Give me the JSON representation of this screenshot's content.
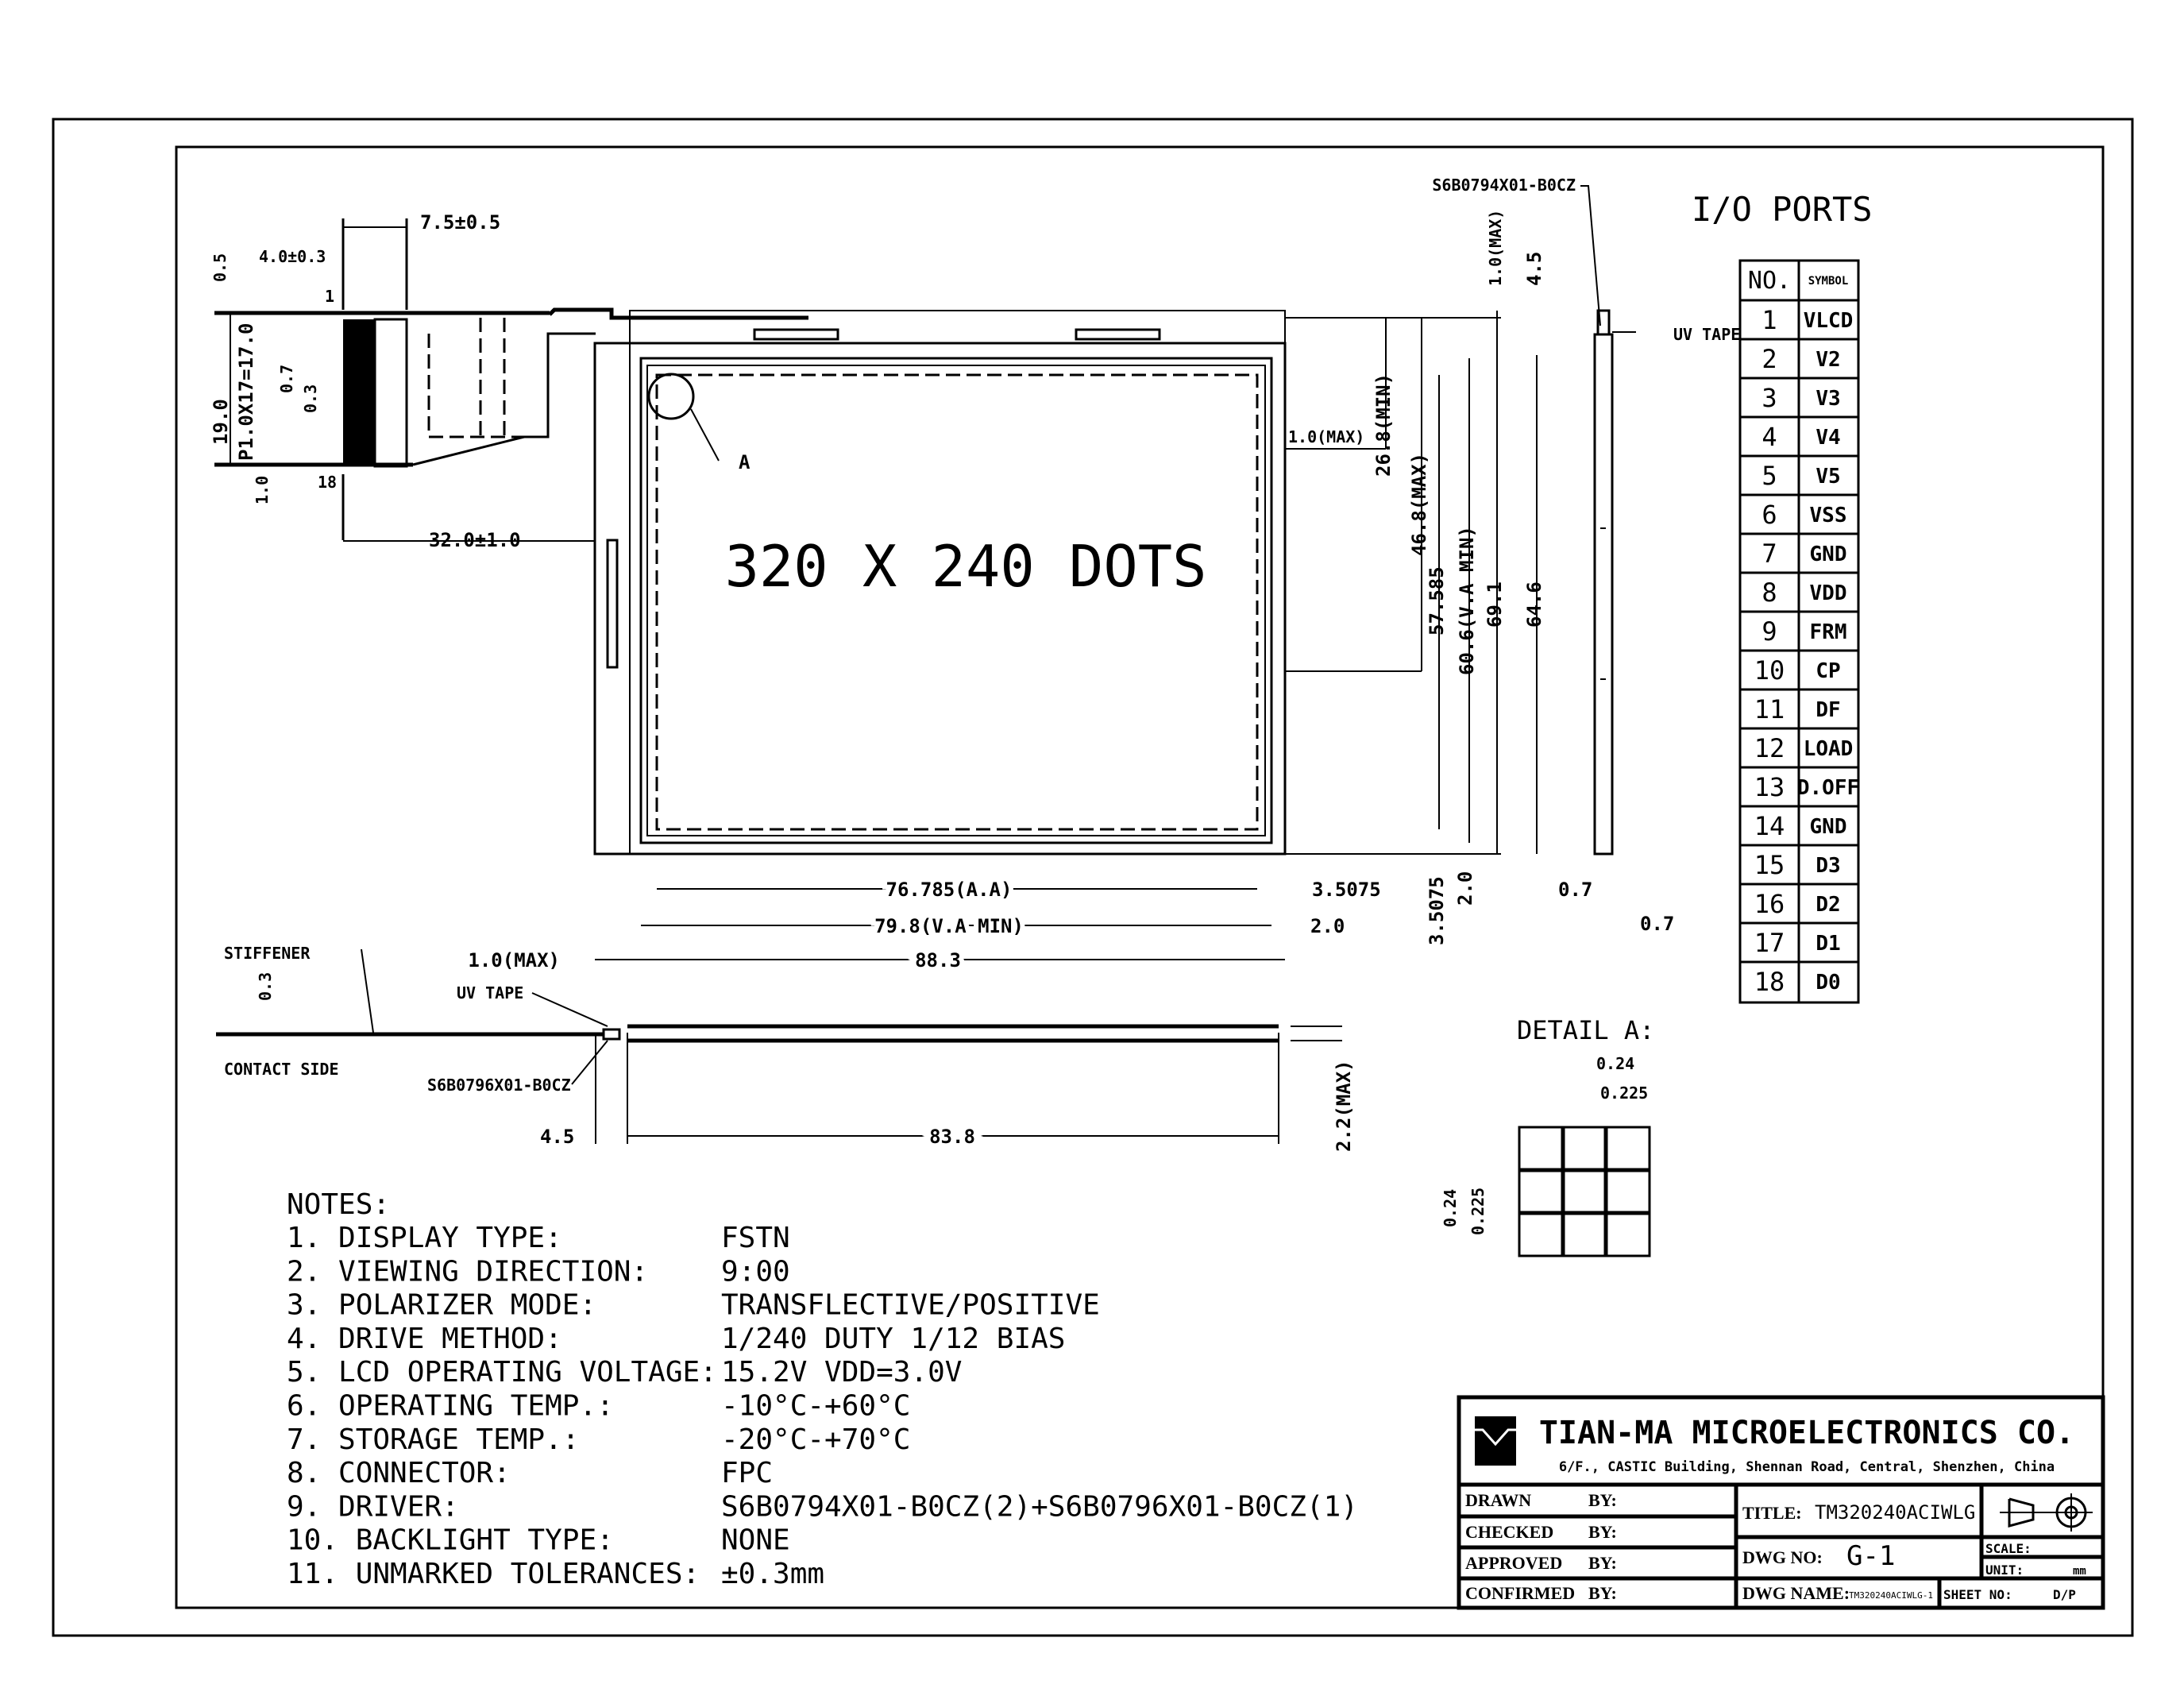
{
  "drawing": {
    "center_text": "320 X 240 DOTS",
    "detail_marker": "A",
    "connector": {
      "pin_first": "1",
      "pin_last": "18",
      "dim_width": "7.5±0.5",
      "dim_contact": "4.0±0.3",
      "dim_offset": "0.5",
      "dim_total": "19.0",
      "dim_pitch": "P1.0X17=17.0",
      "dim_pin": "0.7",
      "dim_gap": "0.3",
      "dim_edge": "1.0",
      "dim_length": "32.0±1.0"
    },
    "front": {
      "dim_fpc_max": "1.0(MAX)",
      "dim_26_8": "26.8(MIN)",
      "dim_46_8": "46.8(MAX)",
      "dim_57_585": "57.585",
      "dim_60_6": "60.6(V.A MIN)",
      "dim_69_1": "69.1",
      "dim_64_6": "64.6",
      "dim_top_max": "1.0(MAX)",
      "dim_4_5": "4.5",
      "ic_label": "S6B0794X01-B0CZ",
      "uv_tape": "UV TAPE",
      "dim_aa": "76.785(A.A)",
      "dim_3_5075": "3.5075",
      "dim_va": "79.8(V.A MIN)",
      "dim_2_0": "2.0",
      "dim_88_3": "88.3",
      "dim_left_max": "1.0(MAX)",
      "dim_3_5075_v": "3.5075",
      "dim_2_0_v": "2.0",
      "dim_side_0_7a": "0.7",
      "dim_side_0_7b": "0.7"
    },
    "bottom": {
      "stiffener": "STIFFENER",
      "dim_0_3": "0.3",
      "contact_side": "CONTACT SIDE",
      "uv_tape": "UV TAPE",
      "ic_label": "S6B0796X01-B0CZ",
      "dim_4_5": "4.5",
      "dim_83_8": "83.8",
      "dim_2_2": "2.2(MAX)"
    },
    "detail": {
      "title": "DETAIL A:",
      "dim_0_24": "0.24",
      "dim_0_225": "0.225",
      "dim_v_0_24": "0.24",
      "dim_v_0_225": "0.225"
    }
  },
  "io_ports": {
    "title": "I/O PORTS",
    "headers": [
      "NO.",
      "SYMBOL"
    ],
    "rows": [
      [
        "1",
        "VLCD"
      ],
      [
        "2",
        "V2"
      ],
      [
        "3",
        "V3"
      ],
      [
        "4",
        "V4"
      ],
      [
        "5",
        "V5"
      ],
      [
        "6",
        "VSS"
      ],
      [
        "7",
        "GND"
      ],
      [
        "8",
        "VDD"
      ],
      [
        "9",
        "FRM"
      ],
      [
        "10",
        "CP"
      ],
      [
        "11",
        "DF"
      ],
      [
        "12",
        "LOAD"
      ],
      [
        "13",
        "D.OFF"
      ],
      [
        "14",
        "GND"
      ],
      [
        "15",
        "D3"
      ],
      [
        "16",
        "D2"
      ],
      [
        "17",
        "D1"
      ],
      [
        "18",
        "D0"
      ]
    ]
  },
  "notes": {
    "title": "NOTES:",
    "items": [
      {
        "label": "1. DISPLAY TYPE:",
        "value": "FSTN"
      },
      {
        "label": "2. VIEWING DIRECTION:",
        "value": "9:00"
      },
      {
        "label": "3. POLARIZER MODE:",
        "value": "TRANSFLECTIVE/POSITIVE"
      },
      {
        "label": "4. DRIVE METHOD:",
        "value": "1/240 DUTY 1/12 BIAS"
      },
      {
        "label": "5. LCD OPERATING VOLTAGE:",
        "value": "15.2V     VDD=3.0V"
      },
      {
        "label": "6. OPERATING TEMP.:",
        "value": "-10°C-+60°C"
      },
      {
        "label": "7. STORAGE TEMP.:",
        "value": "-20°C-+70°C"
      },
      {
        "label": "8. CONNECTOR:",
        "value": "FPC"
      },
      {
        "label": "9. DRIVER:",
        "value": "S6B0794X01-B0CZ(2)+S6B0796X01-B0CZ(1)"
      },
      {
        "label": "10. BACKLIGHT TYPE:",
        "value": "NONE"
      },
      {
        "label": "11. UNMARKED TOLERANCES:",
        "value": "±0.3mm"
      }
    ]
  },
  "title_block": {
    "company": "TIAN-MA MICROELECTRONICS CO.",
    "address": "6/F., CASTIC Building, Shennan Road, Central, Shenzhen, China",
    "drawn": "DRAWN",
    "checked": "CHECKED",
    "approved": "APPROVED",
    "confirmed": "CONFIRMED",
    "by": "BY:",
    "title_label": "TITLE:",
    "title_value": "TM320240ACIWLG",
    "dwg_no_label": "DWG  NO:",
    "dwg_no_value": "G-1",
    "dwg_name_label": "DWG NAME:",
    "dwg_name_value": "TM320240ACIWLG-1",
    "scale_label": "SCALE:",
    "unit_label": "UNIT:",
    "unit_value": "mm",
    "sheet_label": "SHEET NO:",
    "sheet_value": "D/P"
  }
}
